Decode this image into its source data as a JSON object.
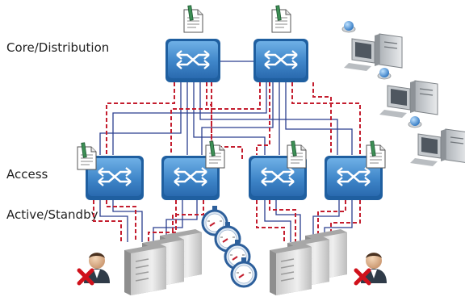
{
  "labels": {
    "core_distribution": "Core/Distribution",
    "access": "Access",
    "active_standby": "Active/Standby"
  },
  "icons": {
    "switch": "switch-icon",
    "document": "config-document-icon",
    "server": "server-rack-icon",
    "workstation": "workstation-icon",
    "stopwatch": "stopwatch-icon",
    "user_failed": "user-with-red-x-icon"
  },
  "colors": {
    "switch_fill": "#3f86c9",
    "switch_dark": "#1f5fa0",
    "solid_link": "#2b3f8f",
    "dashed_link": "#c41e2f",
    "failure_x": "#d0111b",
    "label_text": "#222222"
  },
  "diagram": {
    "core_switch_count": 2,
    "access_switch_count": 4,
    "server_stack_count": 2,
    "workstation_count": 3,
    "stopwatch_count": 4,
    "user_count": 2
  }
}
